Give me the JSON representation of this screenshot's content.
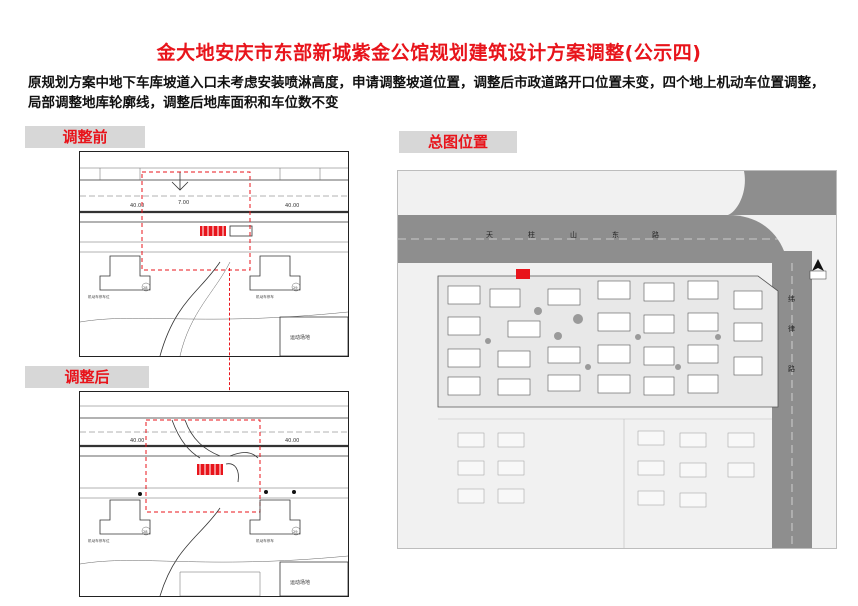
{
  "header": {
    "title": "金大地安庆市东部新城紫金公馆规划建筑设计方案调整(公示四)",
    "description": "原规划方案中地下车库坡道入口未考虑安装喷淋高度，申请调整坡道位置，调整后市政道路开口位置未变，四个地上机动车位置调整，局部调整地库轮廓线，调整后地库面积和车位数不变"
  },
  "labels": {
    "before": "调整前",
    "after": "调整后",
    "site_location": "总图位置"
  },
  "plan_before": {
    "dim_left": "40.00",
    "dim_right": "40.00",
    "dim_mid": "7.00",
    "building_no_left": "28",
    "building_no_right": "29",
    "building_info_left": "机动车停车位",
    "building_info_right": "机动车停车",
    "sports_area": "运动场地"
  },
  "plan_after": {
    "dim_left": "40.00",
    "dim_right": "40.00",
    "building_no_left": "28",
    "building_no_right": "29",
    "building_info_left": "机动车停车位",
    "building_info_right": "机动车停车",
    "sports_area": "运动场地"
  },
  "site_map": {
    "road_top": [
      "天",
      "柱",
      "山",
      "东",
      "路"
    ],
    "road_right": [
      "纬",
      "律",
      "路"
    ]
  },
  "colors": {
    "accent_red": "#e8141b",
    "tag_bg": "#d7d7d7",
    "map_bg": "#f1f1f1"
  }
}
